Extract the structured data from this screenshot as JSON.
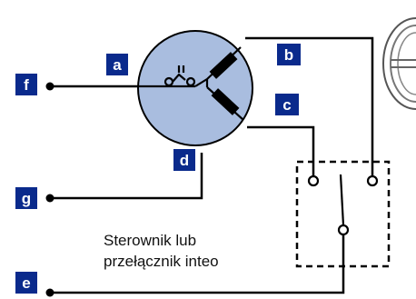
{
  "terminals": {
    "a": "a",
    "b": "b",
    "c": "c",
    "d": "d",
    "e": "e",
    "f": "f",
    "g": "g"
  },
  "caption": {
    "line1": "Sterownik lub",
    "line2": "przełącznik inteo"
  },
  "colors": {
    "tag_fill": "#0a2a8c",
    "motor_fill": "#a9bddf",
    "wire": "#000000",
    "relay_box_stroke": "#000000"
  },
  "icons": {
    "motor": "motor-circle-icon",
    "capacitor": "capacitor-icon",
    "thermal_switch": "thermal-switch-icon",
    "remote_sensor": "remote-sensor-icon"
  }
}
